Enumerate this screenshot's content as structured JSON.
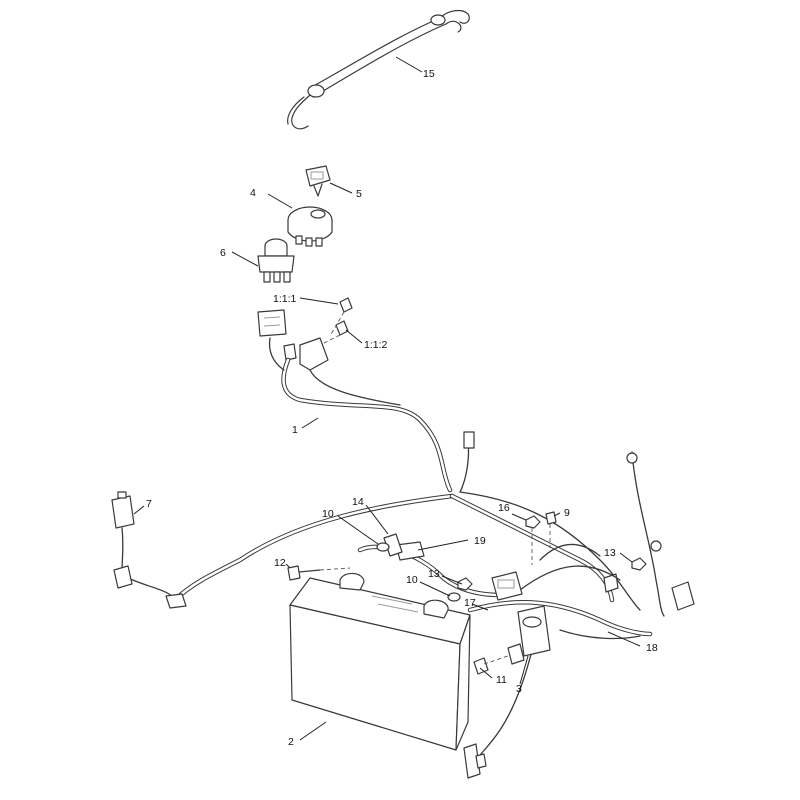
{
  "callouts": {
    "c1": "1",
    "c2": "2",
    "c3": "3",
    "c4": "4",
    "c5": "5",
    "c6": "6",
    "c7": "7",
    "c9": "9",
    "c10a": "10",
    "c10b": "10",
    "c11": "11",
    "c12": "12",
    "c13a": "13",
    "c13b": "13",
    "c14": "14",
    "c15": "15",
    "c16": "16",
    "c17": "17",
    "c18": "18",
    "c19": "19",
    "c111": "1:1:1",
    "c112": "1:1:2"
  }
}
